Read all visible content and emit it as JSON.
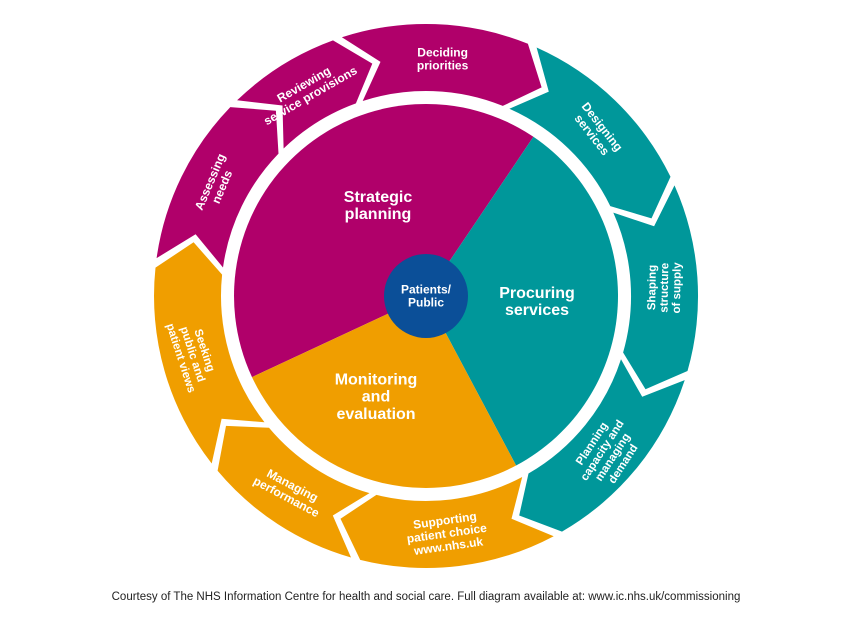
{
  "colors": {
    "magenta": "#b0006a",
    "teal": "#00979a",
    "orange": "#f09e00",
    "center": "#0b4f98",
    "text": "#ffffff"
  },
  "center": {
    "lines": [
      "Patients/",
      "Public"
    ]
  },
  "sectors": [
    {
      "key": "strategic",
      "color_key": "magenta",
      "lines": [
        "Strategic",
        "planning"
      ]
    },
    {
      "key": "procuring",
      "color_key": "teal",
      "lines": [
        "Procuring",
        "services"
      ]
    },
    {
      "key": "monitoring",
      "color_key": "orange",
      "lines": [
        "Monitoring",
        "and",
        "evaluation"
      ]
    }
  ],
  "steps": [
    {
      "key": "deciding-priorities",
      "color_key": "magenta",
      "lines": [
        "Deciding",
        "priorities"
      ]
    },
    {
      "key": "designing-services",
      "color_key": "teal",
      "lines": [
        "Designing",
        "services"
      ]
    },
    {
      "key": "shaping-structure-of-supply",
      "color_key": "teal",
      "lines": [
        "Shaping",
        "structure",
        "of supply"
      ]
    },
    {
      "key": "planning-capacity",
      "color_key": "teal",
      "lines": [
        "Planning",
        "capacity and",
        "managing",
        "demand"
      ]
    },
    {
      "key": "supporting-patient-choice",
      "color_key": "orange",
      "lines": [
        "Supporting",
        "patient choice",
        "www.nhs.uk"
      ]
    },
    {
      "key": "managing-performance",
      "color_key": "orange",
      "lines": [
        "Managing",
        "performance"
      ]
    },
    {
      "key": "seeking-views",
      "color_key": "orange",
      "lines": [
        "Seeking",
        "public and",
        "patient views"
      ]
    },
    {
      "key": "assessing-needs",
      "color_key": "magenta",
      "lines": [
        "Assessing",
        "needs"
      ]
    },
    {
      "key": "reviewing-service-provisions",
      "color_key": "magenta",
      "lines": [
        "Reviewing",
        "service provisions"
      ]
    }
  ],
  "caption": "Courtesy of The NHS Information Centre for health and social care. Full diagram available at: www.ic.nhs.uk/commissioning"
}
